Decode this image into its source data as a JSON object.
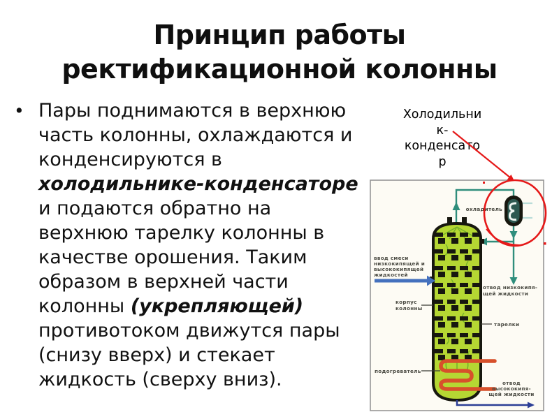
{
  "slide": {
    "title_lines": [
      "Принцип работы",
      "ректификационной колонны"
    ]
  },
  "body": {
    "marker": "•",
    "seg1": "Пары поднимаются в верхнюю часть колонны, охлаждаются и конденсируются в ",
    "seg2_emphasis": "холодильнике-конденсаторе",
    "seg3": " и подаются обратно на верхнюю тарелку колонны в качестве орошения. Таким образом в верхней части колонны ",
    "seg4_emphasis": "(укрепляющей)",
    "seg5": " противотоком движутся пары (снизу вверх) и стекает жидкость (сверху вниз)."
  },
  "callout": {
    "full_text": "Холодильник-конденсатор",
    "lines": [
      "Холодильни",
      "к-",
      "конденсато",
      "р"
    ]
  },
  "diagram": {
    "cooler_label": "охладитель",
    "feed_lines": [
      "ввод смеси",
      "низкокипящей и",
      "высококипящей",
      "жидкостей"
    ],
    "outlet_top_lines": [
      "отвод низкокипя-",
      "щей жидкости"
    ],
    "column_body_lines": [
      "корпус",
      "колонны"
    ],
    "trays_label": "тарелки",
    "heater_label": "подогреватель",
    "outlet_bottom_lines": [
      "отвод",
      "высококипя-",
      "щей жидкости"
    ]
  },
  "colors": {
    "pipe_teal": "#2f8e7c",
    "column_green": "#b5d733",
    "column_outline": "#17170f",
    "streak_green": "#6fae2a",
    "heater_red": "#d7502b",
    "feed_blue": "#4470bd",
    "outlet_navy": "#2c3e96",
    "annotation_red": "#e51818",
    "condenser_fill": "#2d5951",
    "condenser_stub": "#b9dcd8",
    "label_gray": "#4b4b43",
    "panel_border": "#909090",
    "panel_bg": "#fdfbf4"
  }
}
